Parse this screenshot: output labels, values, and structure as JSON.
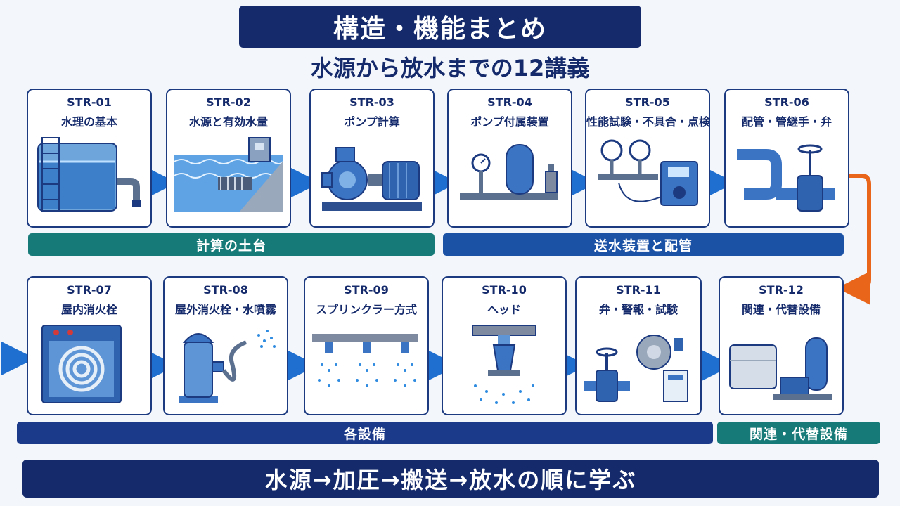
{
  "title": "構造・機能まとめ",
  "subtitle": "水源から放水までの12講義",
  "lectures": [
    {
      "code": "STR-01",
      "name": "水理の基本",
      "icon": "water-tank-icon"
    },
    {
      "code": "STR-02",
      "name": "水源と有効水量",
      "icon": "water-source-icon"
    },
    {
      "code": "STR-03",
      "name": "ポンプ計算",
      "icon": "pump-icon"
    },
    {
      "code": "STR-04",
      "name": "ポンプ付属装置",
      "icon": "pump-accessories-icon"
    },
    {
      "code": "STR-05",
      "name": "性能試験・不具合・点検",
      "icon": "test-gauges-icon"
    },
    {
      "code": "STR-06",
      "name": "配管・管継手・弁",
      "icon": "piping-valve-icon"
    },
    {
      "code": "STR-07",
      "name": "屋内消火栓",
      "icon": "hose-cabinet-icon"
    },
    {
      "code": "STR-08",
      "name": "屋外消火栓・水噴霧",
      "icon": "hydrant-spray-icon"
    },
    {
      "code": "STR-09",
      "name": "スプリンクラー方式",
      "icon": "sprinkler-pipe-icon"
    },
    {
      "code": "STR-10",
      "name": "ヘッド",
      "icon": "sprinkler-head-icon"
    },
    {
      "code": "STR-11",
      "name": "弁・警報・試験",
      "icon": "alarm-valve-icon"
    },
    {
      "code": "STR-12",
      "name": "関連・代替設備",
      "icon": "tank-pump-unit-icon"
    }
  ],
  "groups": {
    "foundation": "計算の土台",
    "supply": "送水装置と配管",
    "equipment": "各設備",
    "related": "関連・代替設備"
  },
  "footer": "水源→加圧→搬送→放水の順に学ぶ",
  "colors": {
    "navy": "#142a6b",
    "teal": "#157a78",
    "blue": "#1c52a6",
    "arrow_blue": "#1e6fd0",
    "arrow_orange": "#e8651a"
  }
}
